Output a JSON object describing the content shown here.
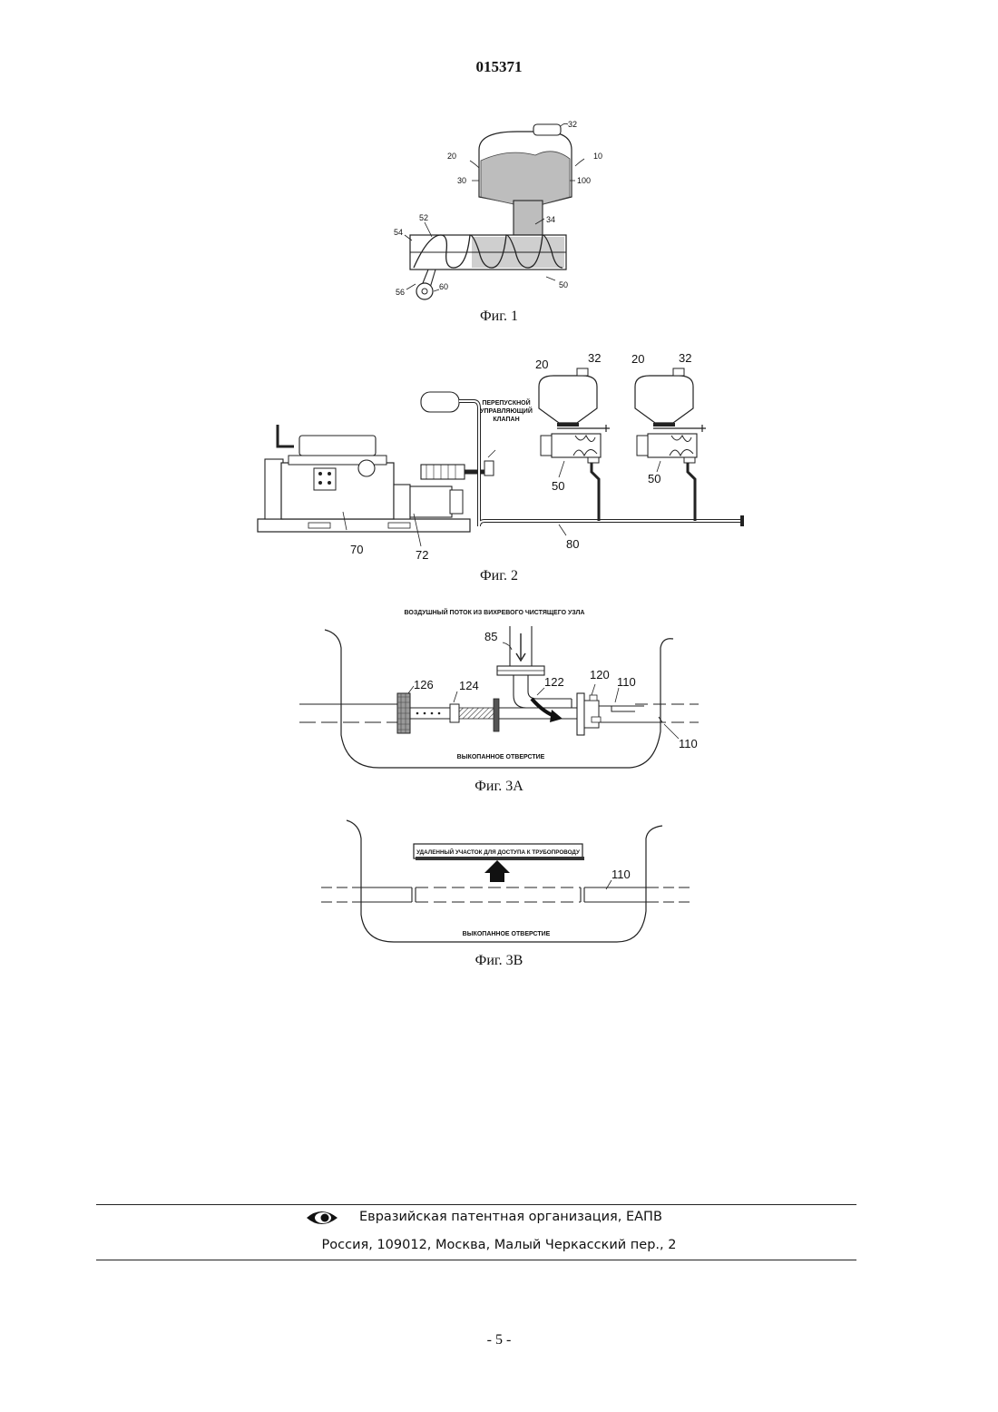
{
  "document": {
    "number": "015371",
    "page": "- 5 -"
  },
  "fig1": {
    "caption": "Фиг. 1",
    "labels": {
      "l32": "32",
      "l20": "20",
      "l10": "10",
      "l30": "30",
      "l100": "100",
      "l34": "34",
      "l52": "52",
      "l54": "54",
      "l56": "56",
      "l60": "60",
      "l50": "50"
    }
  },
  "fig2": {
    "caption": "Фиг. 2",
    "valve_label": [
      "ПЕРЕПУСКНОЙ",
      "УПРАВЛЯЮЩИЙ",
      "КЛАПАН"
    ],
    "labels": {
      "a20": "20",
      "a32": "32",
      "b20": "20",
      "b32": "32",
      "a50": "50",
      "b50": "50",
      "l70": "70",
      "l72": "72",
      "l80": "80"
    }
  },
  "fig3a": {
    "caption": "Фиг. 3А",
    "airflow_label": "ВОЗДУШНЫЙ ПОТОК ИЗ ВИХРЕВОГО ЧИСТЯЩЕГО УЗЛА",
    "pit_label": "ВЫКОПАННОЕ ОТВЕРСТИЕ",
    "labels": {
      "l85": "85",
      "l126": "126",
      "l124": "124",
      "l122": "122",
      "l120": "120",
      "l110a": "110",
      "l110b": "110"
    }
  },
  "fig3b": {
    "caption": "Фиг. 3В",
    "removed_label": "УДАЛЕННЫЙ УЧАСТОК ДЛЯ ДОСТУПА К ТРУБОПРОВОДУ",
    "pit_label": "ВЫКОПАННОЕ ОТВЕРСТИЕ",
    "labels": {
      "l110": "110"
    }
  },
  "footer": {
    "org": "Евразийская патентная организация, ЕАПВ",
    "address": "Россия, 109012, Москва, Малый Черкасский пер., 2",
    "logo_icon": "eapo-eye-logo-icon"
  }
}
